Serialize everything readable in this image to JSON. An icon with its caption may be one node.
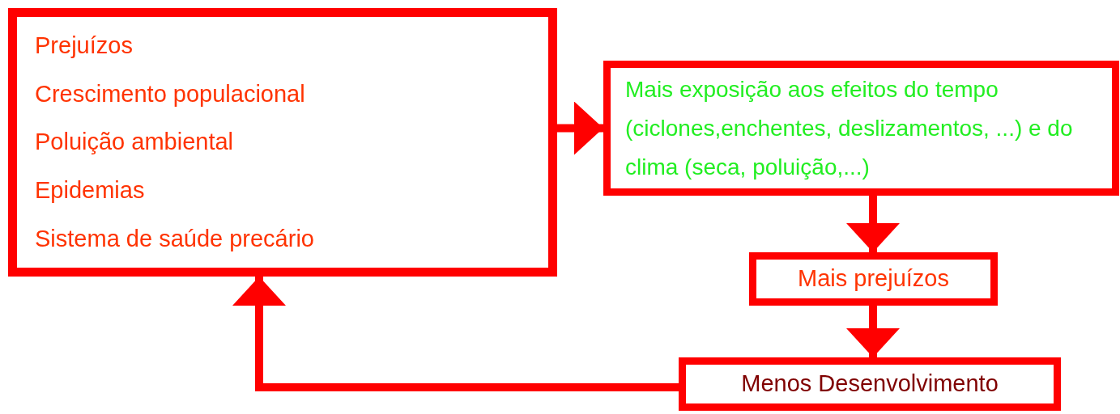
{
  "diagram": {
    "nodes": [
      {
        "text": [
          "Prejuízos",
          "Crescimento populacional",
          "Poluição ambiental",
          "Epidemias",
          "Sistema de saúde precário"
        ]
      },
      {
        "text": [
          "Mais exposição aos efeitos do tempo (ciclones,enchentes, deslizamentos, ...) e do clima (seca, poluição,...)"
        ]
      },
      {
        "text": [
          "Mais prejuízos"
        ]
      },
      {
        "text": [
          "Menos Desenvolvimento"
        ]
      }
    ],
    "edges": [
      {
        "from": 0,
        "to": 1,
        "arrow": "to"
      },
      {
        "from": 1,
        "to": 2,
        "arrow": "to"
      },
      {
        "from": 2,
        "to": 3,
        "arrow": "to"
      },
      {
        "from": 3,
        "to": 0,
        "arrow": "to"
      }
    ]
  }
}
